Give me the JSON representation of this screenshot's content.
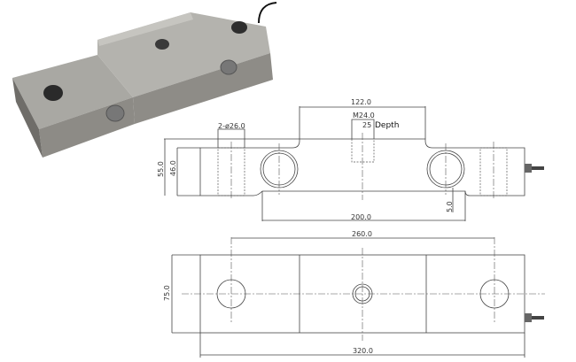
{
  "front_view": {
    "dim_top_span": "122.0",
    "dim_thread": "M24.0",
    "dim_depth_value": "25",
    "dim_depth_label": "Depth",
    "dim_holes": "2-ø26.0",
    "dim_height_outer": "55.0",
    "dim_height_inner": "46.0",
    "dim_bottom_span": "200.0",
    "dim_recess": "5.0"
  },
  "top_view": {
    "dim_hole_spacing": "260.0",
    "dim_length": "320.0",
    "dim_width": "75.0"
  }
}
